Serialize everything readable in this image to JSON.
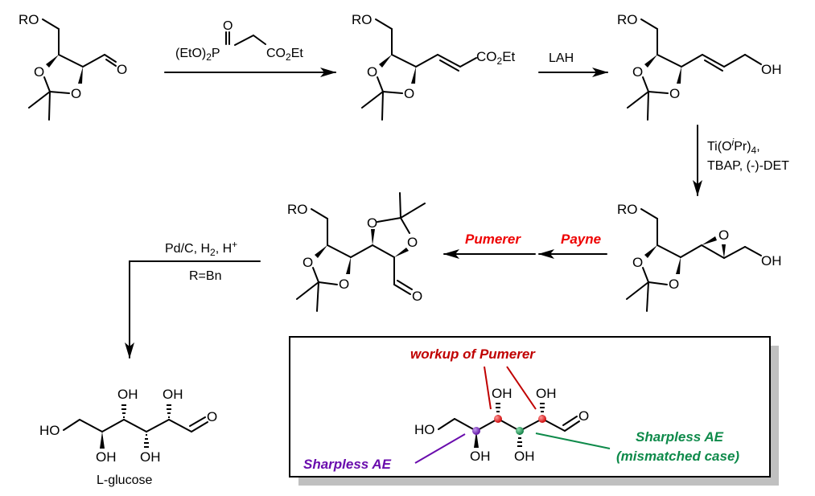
{
  "labels": {
    "RO": "RO",
    "O": "O",
    "OH": "OH",
    "HO": "HO",
    "CO2Et_main": "CO",
    "CO2Et_sub": "2",
    "CO2Et_tail": "Et"
  },
  "reagents": {
    "hwe_left": "(EtO)",
    "hwe_sub": "2",
    "hwe_P": "P",
    "hwe_O": "O",
    "hwe_right": "CO",
    "hwe_right_sub": "2",
    "hwe_right_tail": "Et",
    "lah": "LAH",
    "sae_line1_a": "Ti(O",
    "sae_line1_i": "i",
    "sae_line1_b": "Pr)",
    "sae_line1_sub": "4",
    "sae_line1_c": ",",
    "sae_line2": "TBAP, (-)-DET",
    "payne": "Payne",
    "pumerer": "Pumerer",
    "hydrog_a": "Pd/C, H",
    "hydrog_sub": "2",
    "hydrog_b": ", H",
    "hydrog_sup": "+",
    "r_eq": "R=Bn"
  },
  "product_name": "L-glucose",
  "inset": {
    "workup_label": "workup of Pumerer",
    "sharpless_label": "Sharpless AE",
    "sharpless_mm_line1": "Sharpless AE",
    "sharpless_mm_line2": "(mismatched case)"
  },
  "colors": {
    "red_reaction": "#ee0000",
    "red_annotation": "#c00000",
    "purple": "#6a0dad",
    "green": "#0e8a4a",
    "shadow": "#c0c0c0"
  }
}
